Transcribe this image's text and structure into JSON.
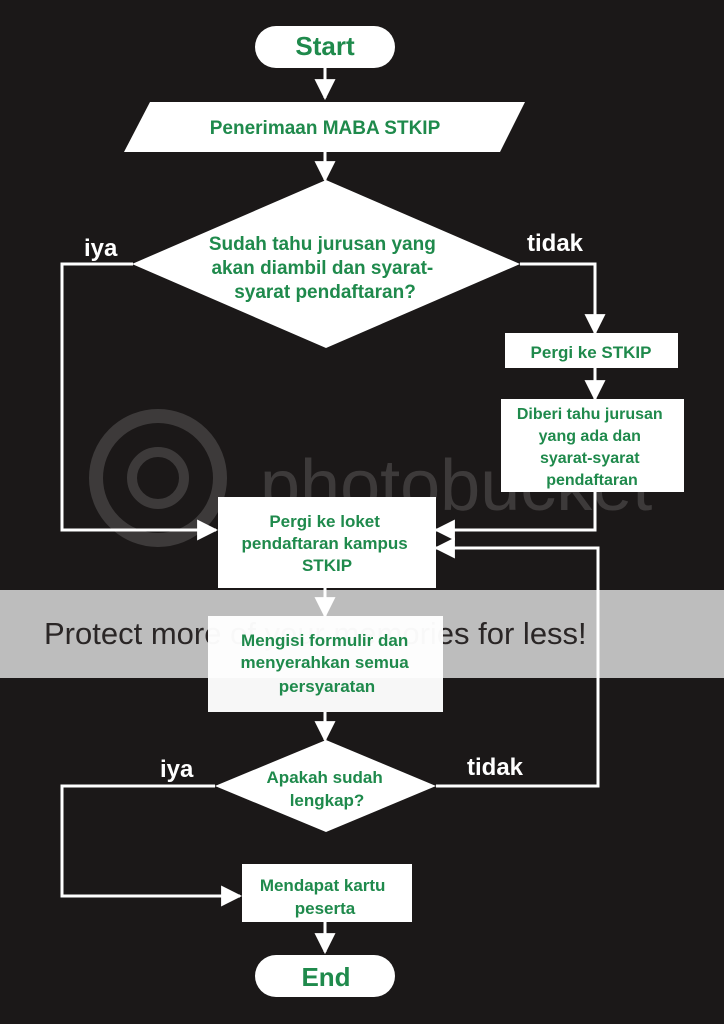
{
  "nodes": {
    "start": {
      "text": "Start"
    },
    "input": {
      "text": "Penerimaan MABA STKIP"
    },
    "decision1": {
      "lines": [
        "Sudah tahu jurusan yang",
        "akan diambil dan syarat-",
        "syarat pendaftaran?"
      ]
    },
    "pergi_stkip": {
      "text": "Pergi ke STKIP"
    },
    "diberi_tahu": {
      "lines": [
        "Diberi tahu jurusan",
        "yang ada dan",
        "syarat-syarat",
        "pendaftaran"
      ]
    },
    "loket": {
      "lines": [
        "Pergi ke loket",
        "pendaftaran kampus",
        "STKIP"
      ]
    },
    "formulir": {
      "lines": [
        "Mengisi formulir dan",
        "menyerahkan semua",
        "persyaratan"
      ]
    },
    "decision2": {
      "lines": [
        "Apakah sudah",
        "lengkap?"
      ]
    },
    "kartu": {
      "lines": [
        "Mendapat kartu",
        "peserta"
      ]
    },
    "end": {
      "text": "End"
    }
  },
  "edge_labels": {
    "d1_yes": "iya",
    "d1_no": "tidak",
    "d2_yes": "iya",
    "d2_no": "tidak"
  },
  "watermark": {
    "brand": "photobucket",
    "banner": "Protect more of your memories for less!"
  },
  "colors": {
    "background": "#1b1818",
    "node_fill": "#ffffff",
    "node_text": "#1f8a4c",
    "edge": "#ffffff",
    "banner": "#bdbdbd",
    "banner_text": "#2a2626"
  }
}
